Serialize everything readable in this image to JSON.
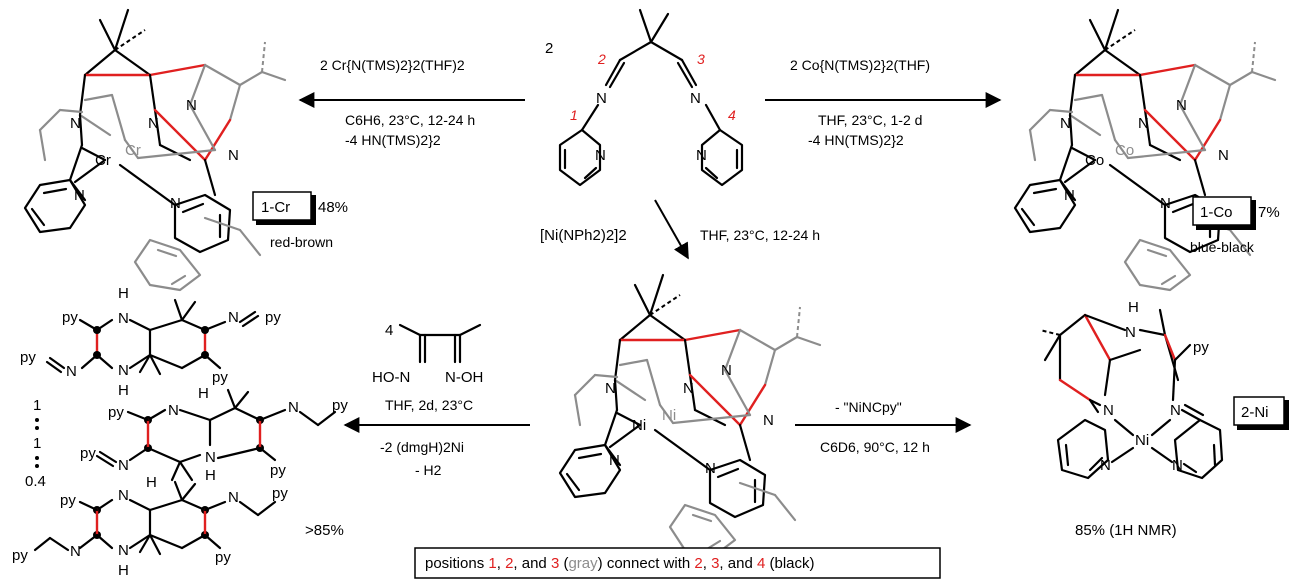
{
  "colors": {
    "black_bond": "#000000",
    "gray_bond": "#8c8c8c",
    "red_bond": "#e02020",
    "cr_label": "#c0452a",
    "co_label": "#2a3c8c"
  },
  "ligand": {
    "stoich": "2",
    "position_numbers": [
      "1",
      "2",
      "3",
      "4"
    ],
    "atoms": {
      "n": "N"
    }
  },
  "reagents": {
    "cr_line1": "2 Cr{N(TMS)2}2(THF)2",
    "cr_line2": "C6H6, 23°C, 12-24 h",
    "cr_line3": "-4 HN(TMS)2}2",
    "co_line1": "2 Co{N(TMS)2}2(THF)",
    "co_line2": "THF, 23°C, 1-2 d",
    "co_line3": "-4 HN(TMS)2}2",
    "ni_reagent": "[Ni(NPh2)2]2",
    "ni_cond": "THF, 23°C, 12-24 h",
    "dmg_stoich": "4",
    "dmg_ho": "HO-N",
    "dmg_oh": "N-OH",
    "dmg_cond1": "THF, 2d, 23°C",
    "dmg_cond2": "-2 (dmgH)2Ni",
    "dmg_cond3": "- H2",
    "heat_top": "- \"NiNCpy\"",
    "heat_bottom": "C6D6, 90°C, 12 h"
  },
  "products": {
    "cr": {
      "label": "1-Cr",
      "yield": "48%",
      "color_note": "red-brown",
      "metal": "Cr"
    },
    "co": {
      "label": "1-Co",
      "yield": "7%",
      "color_note": "blue-black",
      "metal": "Co"
    },
    "ni_dimer_metal": "Ni",
    "ni2": {
      "label": "2-Ni",
      "metal": "Ni",
      "yield": "85% (1H NMR)",
      "py": "py",
      "h": "H"
    },
    "piperazines": {
      "py": "py",
      "h": "H",
      "ratio": [
        "1",
        "1",
        "0.4"
      ],
      "yield": ">85%"
    }
  },
  "footnote": {
    "prefix": "positions",
    "a": "1",
    "b": "2",
    "c": "3",
    "mid1": ", and",
    "gray_word": "gray",
    "mid2": "connect with",
    "d": "2",
    "e": "3",
    "f": "4",
    "black_word": "black"
  }
}
